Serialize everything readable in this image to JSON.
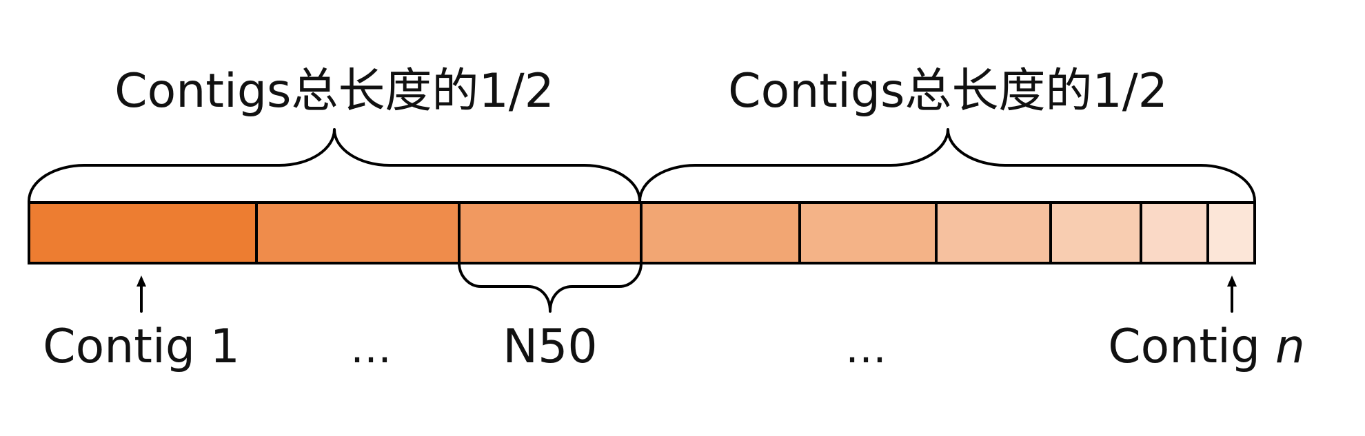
{
  "header": {
    "left_half_label": "Contigs总长度的1/2",
    "right_half_label": "Contigs总长度的1/2"
  },
  "contigs": [
    {
      "color": "#ED7D31"
    },
    {
      "color": "#EF8C4B"
    },
    {
      "color": "#F19960"
    },
    {
      "color": "#F2A673"
    },
    {
      "color": "#F4B387"
    },
    {
      "color": "#F6C19F"
    },
    {
      "color": "#F8CDB1"
    },
    {
      "color": "#FAD9C6"
    },
    {
      "color": "#FCE6D8"
    }
  ],
  "labels": {
    "first_contig": "Contig 1",
    "ellipsis_left": "…",
    "n50": "N50",
    "ellipsis_right": "…",
    "last_contig_prefix": "Contig ",
    "last_contig_var": "n"
  },
  "colors": {
    "outline": "#000000",
    "accent": "#ED7D31"
  }
}
